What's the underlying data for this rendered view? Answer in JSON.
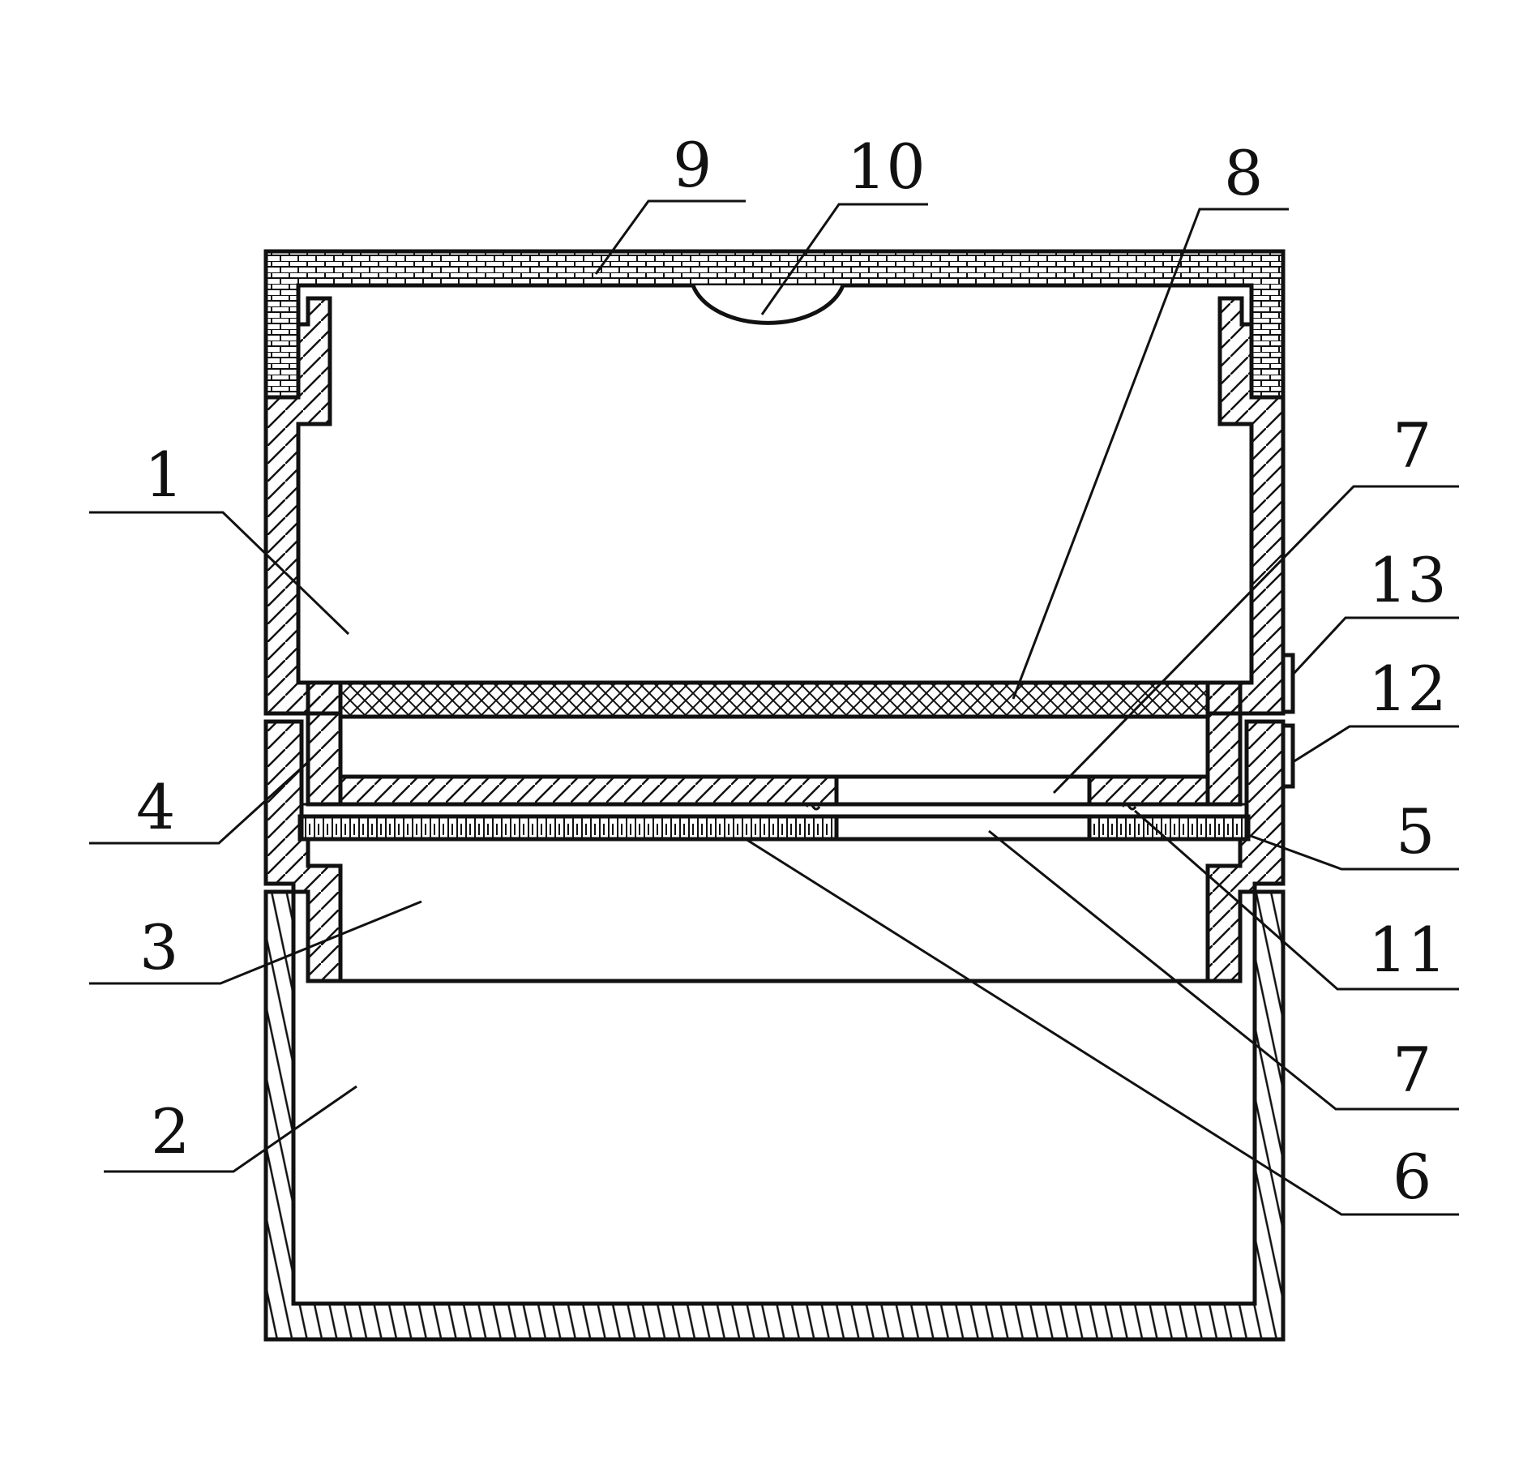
{
  "diagram": {
    "labels": {
      "part_1": "1",
      "part_2": "2",
      "part_3": "3",
      "part_4": "4",
      "part_5": "5",
      "part_6": "6",
      "part_7_upper": "7",
      "part_7_lower": "7",
      "part_8": "8",
      "part_9": "9",
      "part_10": "10",
      "part_11": "11",
      "part_12": "12",
      "part_13": "13"
    },
    "colors": {
      "ink": "#111111",
      "paper": "#ffffff"
    }
  }
}
